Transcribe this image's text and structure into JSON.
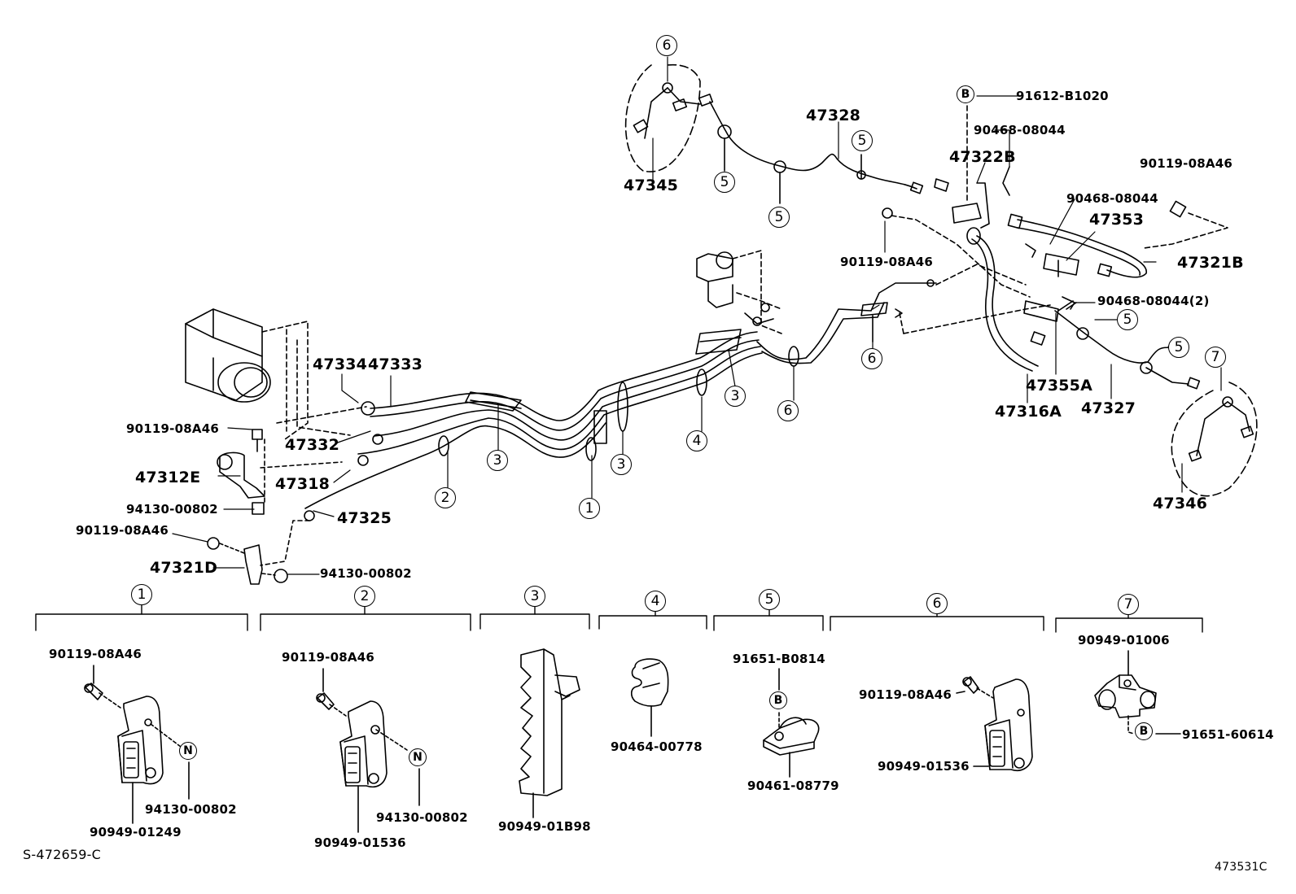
{
  "parts": {
    "p47345": "47345",
    "p47328": "47328",
    "p91612": "91612-B1020",
    "p90468a": "90468-08044",
    "p47322B": "47322B",
    "p90119a": "90119-08A46",
    "p90468b": "90468-08044",
    "p47353": "47353",
    "p90119b": "90119-08A46",
    "p47321B": "47321B",
    "p90468c": "90468-08044(2)",
    "p47334": "47334",
    "p47333": "47333",
    "p90119c": "90119-08A46",
    "p47332": "47332",
    "p47312E": "47312E",
    "p47318": "47318",
    "p94130a": "94130-00802",
    "p47325": "47325",
    "p90119d": "90119-08A46",
    "p47321D": "47321D",
    "p94130b": "94130-00802",
    "p47355A": "47355A",
    "p47316A": "47316A",
    "p47327": "47327",
    "p47346": "47346"
  },
  "callouts": {
    "c6top": "6",
    "c5a": "5",
    "c5b": "5",
    "c5c": "5",
    "c3a": "3",
    "c6mid": "6",
    "c6low": "6",
    "c4": "4",
    "c3b": "3",
    "c1": "1",
    "c2": "2",
    "c3c": "3",
    "c5r1": "5",
    "c5r2": "5",
    "c7": "7",
    "cB": "B"
  },
  "sections": {
    "s1": {
      "num": "1",
      "bolt": "90119-08A46",
      "nut": "94130-00802",
      "clamp": "90949-01249",
      "marker": "N"
    },
    "s2": {
      "num": "2",
      "bolt": "90119-08A46",
      "nut": "94130-00802",
      "clamp": "90949-01536",
      "marker": "N"
    },
    "s3": {
      "num": "3",
      "clamp": "90949-01B98"
    },
    "s4": {
      "num": "4",
      "clamp": "90464-00778"
    },
    "s5": {
      "num": "5",
      "bolt": "91651-B0814",
      "clamp": "90461-08779",
      "marker": "B"
    },
    "s6": {
      "num": "6",
      "bolt": "90119-08A46",
      "clamp": "90949-01536"
    },
    "s7": {
      "num": "7",
      "clamp": "90949-01006",
      "bolt": "91651-60614",
      "marker": "B"
    }
  },
  "footer": {
    "left_code": "S-472659-C",
    "right_code": "473531C"
  }
}
